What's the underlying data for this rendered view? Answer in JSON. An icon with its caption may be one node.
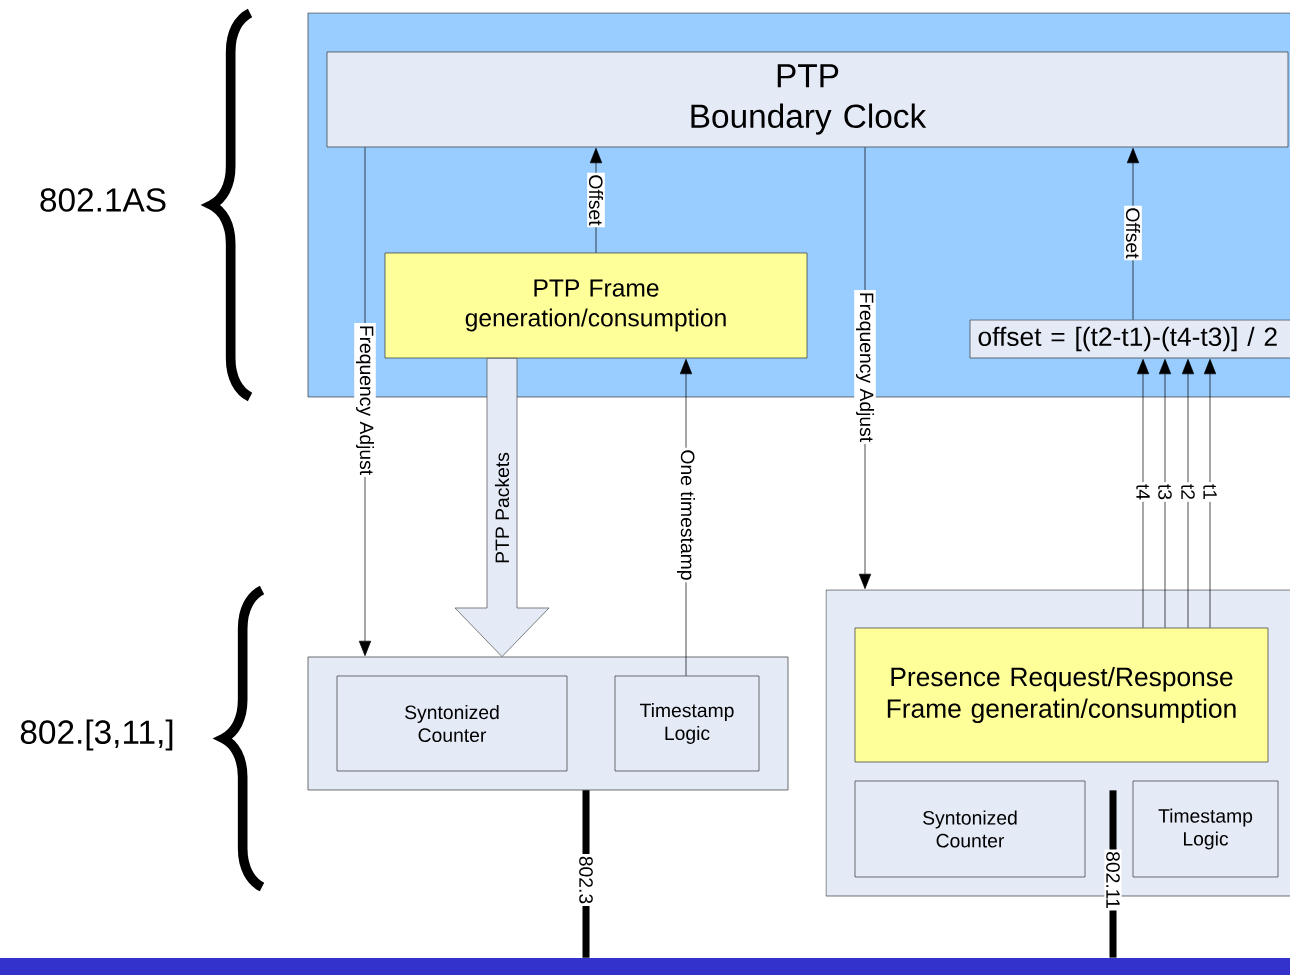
{
  "diagram": {
    "nodes": [
      {
        "text": [],
        "shape": "box"
      },
      {
        "text": [
          "PTP",
          "Boundary Clock"
        ],
        "in": 0
      },
      {
        "text": [
          "PTP Frame generation/consumption"
        ],
        "in": 0
      },
      {
        "text": [
          "offset = [(t2-t1)-(t4-t3)] / 2"
        ],
        "in": 0
      },
      {
        "text": [],
        "shape": "box"
      },
      {
        "text": [
          "Syntonized Counter"
        ],
        "in": 4
      },
      {
        "text": [
          "Timestamp Logic"
        ],
        "in": 4
      },
      {
        "text": [],
        "shape": "box"
      },
      {
        "text": [
          "Presence Request/Response Frame generatin/consumption"
        ],
        "in": 7
      },
      {
        "text": [
          "Syntonized Counter"
        ],
        "in": 7
      },
      {
        "text": [
          "Timestamp Logic"
        ],
        "in": 7
      },
      {
        "text": [],
        "shape": "bar"
      }
    ],
    "edges": [
      {
        "from": 1,
        "to": 4,
        "arrow": "to",
        "label": "Frequency Adjust"
      },
      {
        "from": 2,
        "to": 1,
        "arrow": "to",
        "label": "Offset"
      },
      {
        "from": 2,
        "to": 4,
        "arrow": "to",
        "label": "PTP Packets"
      },
      {
        "from": 6,
        "to": 2,
        "arrow": "to",
        "label": "One timestamp"
      },
      {
        "from": 1,
        "to": 7,
        "arrow": "to",
        "label": "Frequency Adjust"
      },
      {
        "from": 3,
        "to": 1,
        "arrow": "to",
        "label": "Offset"
      },
      {
        "from": 8,
        "to": 3,
        "arrow": "to",
        "label": "t4"
      },
      {
        "from": 8,
        "to": 3,
        "arrow": "to",
        "label": "t3"
      },
      {
        "from": 8,
        "to": 3,
        "arrow": "to",
        "label": "t2"
      },
      {
        "from": 8,
        "to": 3,
        "arrow": "to",
        "label": "t1"
      },
      {
        "from": 4,
        "to": 11,
        "arrow": "none",
        "label": "802.3",
        "style": "thick"
      },
      {
        "from": 7,
        "to": 11,
        "arrow": "none",
        "label": "802.11",
        "style": "thick"
      }
    ],
    "labels": [
      "802.1AS",
      "802.[3,11,]"
    ]
  }
}
